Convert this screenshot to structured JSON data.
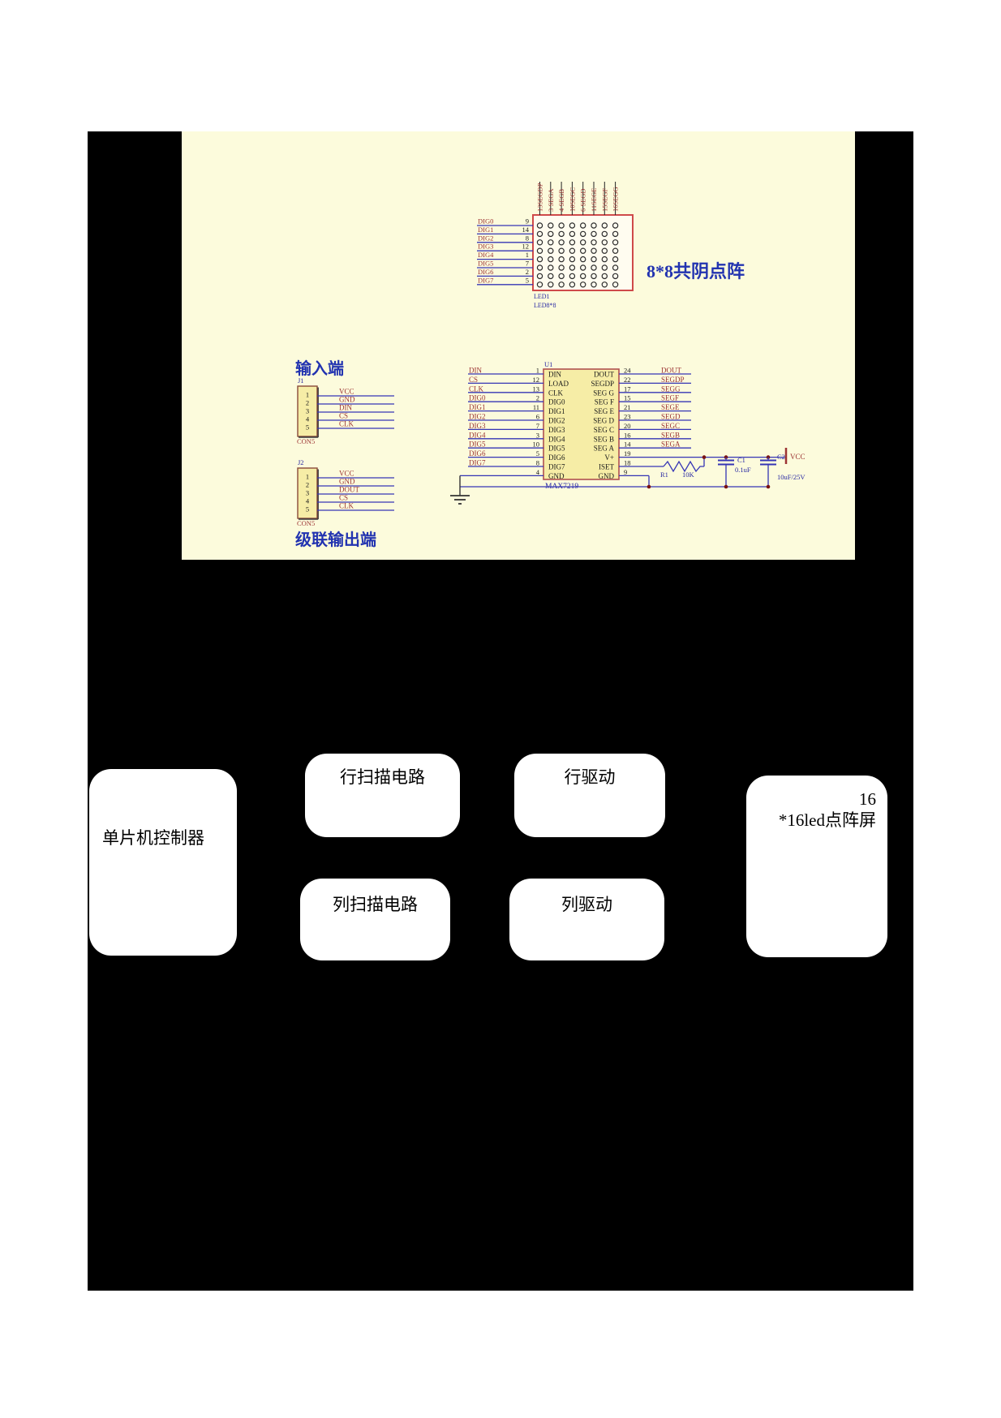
{
  "schematic": {
    "colors": {
      "wire": "#3535b5",
      "label_red": "#9c3333",
      "label_blue": "#2929a3",
      "title_blue": "#2233b0",
      "chip_fill": "#f6eda6",
      "chip_border": "#b05050",
      "matrix_border": "#cf4a4a",
      "matrix_fill": "#fffcf0",
      "junction": "#7a1212",
      "dark": "#1a1a1a"
    },
    "matrix": {
      "title": "8*8共阴点阵",
      "ref": "LED1",
      "part": "LED8*8",
      "col_pins": [
        "13SEGDP",
        "3 SEGA",
        "4 SEGB",
        "10SEGC",
        "6 SEGD",
        "11SEGE",
        "15SEGF",
        "16SEGG"
      ],
      "rows": [
        [
          "DIG0",
          "9"
        ],
        [
          "DIG1",
          "14"
        ],
        [
          "DIG2",
          "8"
        ],
        [
          "DIG3",
          "12"
        ],
        [
          "DIG4",
          "1"
        ],
        [
          "DIG5",
          "7"
        ],
        [
          "DIG6",
          "2"
        ],
        [
          "DIG7",
          "5"
        ]
      ]
    },
    "j1": {
      "ref": "J1",
      "footprint": "CON5",
      "title": "输入端",
      "pins": [
        [
          "1",
          "VCC"
        ],
        [
          "2",
          "GND"
        ],
        [
          "3",
          "DIN"
        ],
        [
          "4",
          "CS"
        ],
        [
          "5",
          "CLK"
        ]
      ]
    },
    "j2": {
      "ref": "J2",
      "footprint": "CON5",
      "title": "级联输出端",
      "pins": [
        [
          "1",
          "VCC"
        ],
        [
          "2",
          "GND"
        ],
        [
          "3",
          "DOUT"
        ],
        [
          "4",
          "CS"
        ],
        [
          "5",
          "CLK"
        ]
      ]
    },
    "u1": {
      "ref": "U1",
      "part": "MAX7219",
      "left": [
        [
          "DIN",
          "1",
          "DIN"
        ],
        [
          "CS",
          "12",
          "LOAD"
        ],
        [
          "CLK",
          "13",
          "CLK"
        ],
        [
          "DIG0",
          "2",
          "DIG0"
        ],
        [
          "DIG1",
          "11",
          "DIG1"
        ],
        [
          "DIG2",
          "6",
          "DIG2"
        ],
        [
          "DIG3",
          "7",
          "DIG3"
        ],
        [
          "DIG4",
          "3",
          "DIG4"
        ],
        [
          "DIG5",
          "10",
          "DIG5"
        ],
        [
          "DIG6",
          "5",
          "DIG6"
        ],
        [
          "DIG7",
          "8",
          "DIG7"
        ],
        [
          "",
          "4",
          "GND"
        ]
      ],
      "right": [
        [
          "DOUT",
          "24",
          "DOUT"
        ],
        [
          "SEGDP",
          "22",
          "SEGDP"
        ],
        [
          "SEGG",
          "17",
          "SEG G"
        ],
        [
          "SEGF",
          "15",
          "SEG F"
        ],
        [
          "SEGE",
          "21",
          "SEG E"
        ],
        [
          "SEGD",
          "23",
          "SEG D"
        ],
        [
          "SEGC",
          "20",
          "SEG C"
        ],
        [
          "SEGB",
          "16",
          "SEG B"
        ],
        [
          "SEGA",
          "14",
          "SEG A"
        ],
        [
          "",
          "19",
          "V+"
        ],
        [
          "",
          "18",
          "ISET"
        ],
        [
          "",
          "9",
          "GND"
        ]
      ]
    },
    "power": {
      "r_ref": "R1",
      "r_val": "10K",
      "c1_ref": "C1",
      "c1_val": "0.1uF",
      "c2_ref": "C2",
      "c2_val": "10uF/25V",
      "vcc": "VCC"
    }
  },
  "blocks": {
    "mcu": "单片机控制器",
    "row_scan": "行扫描电路",
    "row_drive": "行驱动",
    "col_scan": "列扫描电路",
    "col_drive": "列驱动",
    "led_line1": "16",
    "led_line2": "*16led点阵屏"
  }
}
